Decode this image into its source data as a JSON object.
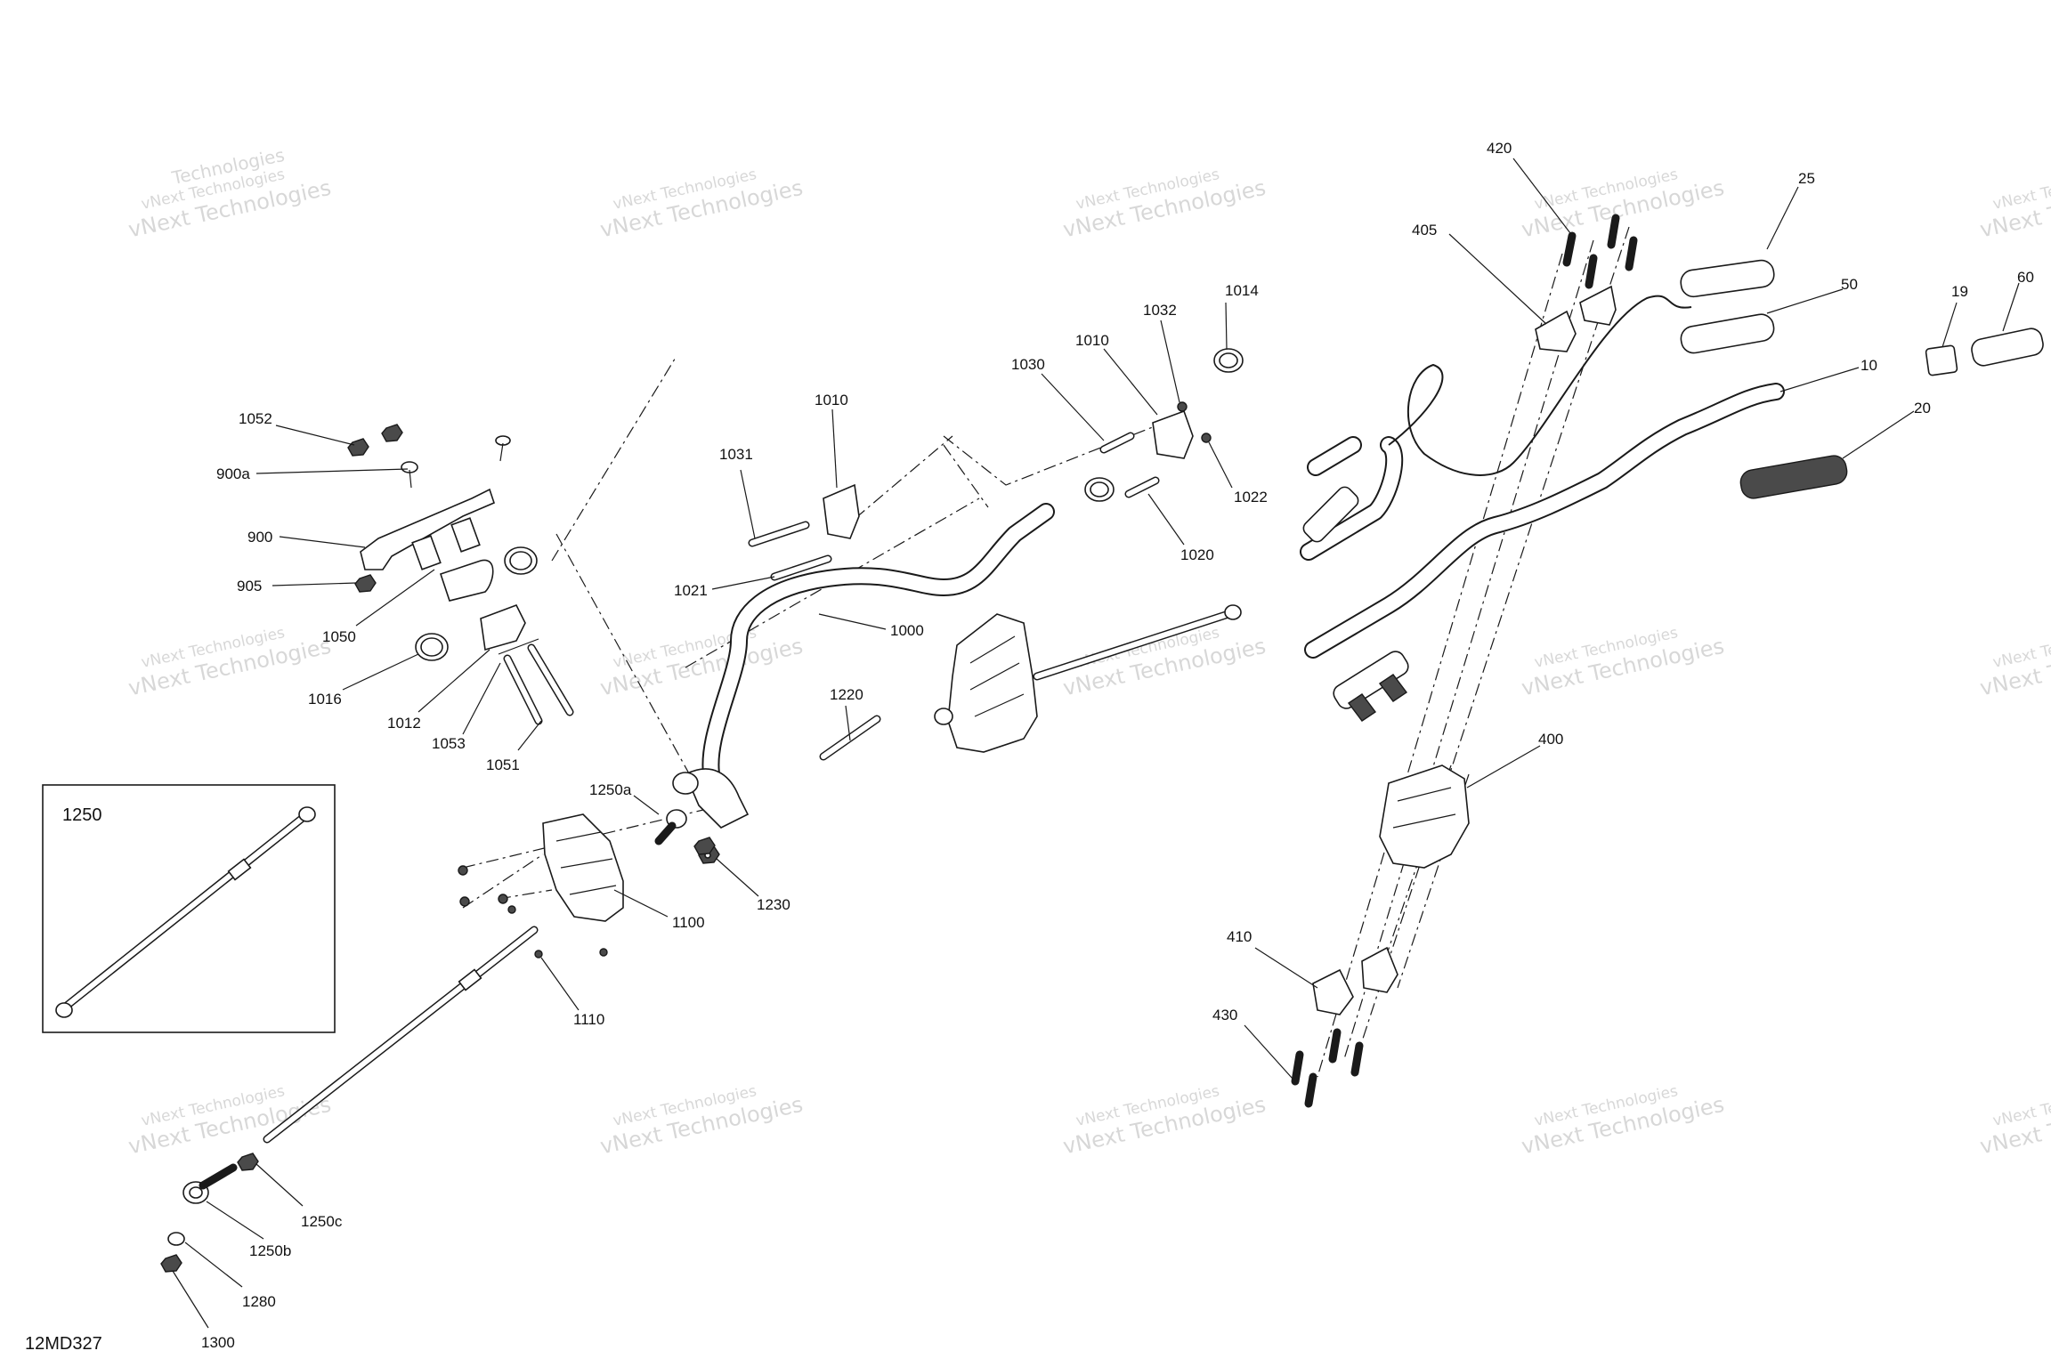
{
  "diagram": {
    "figure_id": "12MD327",
    "inset_label": "1250",
    "watermark": {
      "line1": "vNext Technologies",
      "line2": "vNext Technologies",
      "line3": "Technologies"
    },
    "callouts": {
      "c1052": "1052",
      "c900a": "900a",
      "c900": "900",
      "c905": "905",
      "c1050": "1050",
      "c1016": "1016",
      "c1012": "1012",
      "c1053": "1053",
      "c1051": "1051",
      "c1010a": "1010",
      "c1031": "1031",
      "c1021": "1021",
      "c1000": "1000",
      "c1030": "1030",
      "c1010b": "1010",
      "c1032": "1032",
      "c1014": "1014",
      "c1022": "1022",
      "c1020": "1020",
      "c1220": "1220",
      "c1250a": "1250a",
      "c1100": "1100",
      "c1230": "1230",
      "c1110": "1110",
      "c1250c": "1250c",
      "c1250b": "1250b",
      "c1280": "1280",
      "c1300": "1300",
      "c420": "420",
      "c405": "405",
      "c25": "25",
      "c50": "50",
      "c10": "10",
      "c20": "20",
      "c19": "19",
      "c60": "60",
      "c400": "400",
      "c410": "410",
      "c430": "430"
    }
  }
}
